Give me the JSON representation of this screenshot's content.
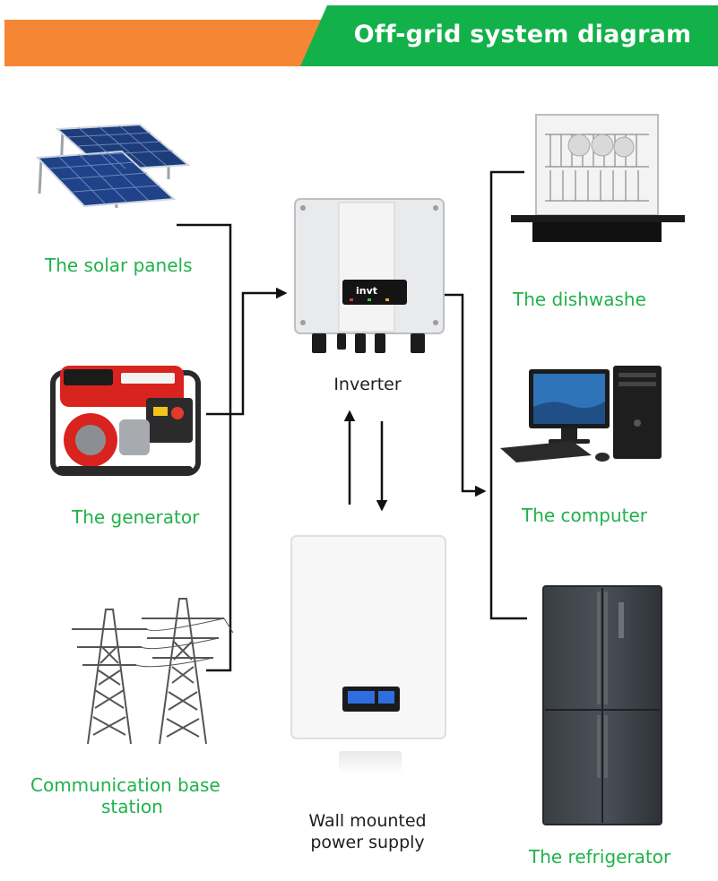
{
  "header": {
    "title": "Off-grid system diagram"
  },
  "sources": {
    "solar": "The solar panels",
    "generator": "The generator",
    "tower_line1": "Communication base",
    "tower_line2": "station"
  },
  "center": {
    "inverter": "Inverter",
    "inverter_brand": "invt",
    "battery_line1": "Wall mounted",
    "battery_line2": "power supply"
  },
  "loads": {
    "dishwasher": "The dishwashe",
    "computer": "The computer",
    "refrigerator": "The refrigerator"
  },
  "colors": {
    "orange": "#f58634",
    "green": "#12b14a",
    "label_green": "#20b24a"
  }
}
